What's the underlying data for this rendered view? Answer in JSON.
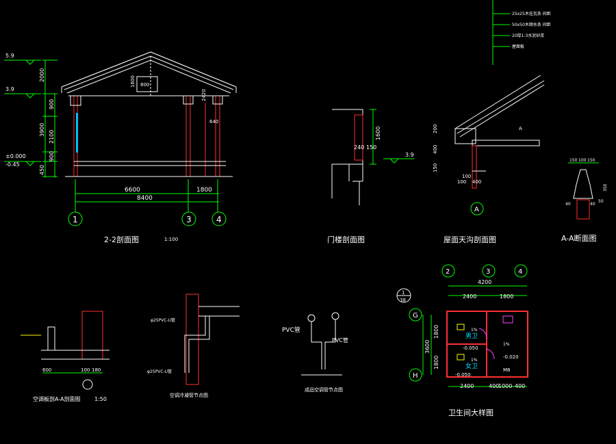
{
  "colors": {
    "background": "#000000",
    "title": "#ffffff",
    "dimension": "#00ff00",
    "axis": "#00ff00",
    "wall": "#ff3030",
    "detail": "#00e0ff",
    "annotation": "#ffff00",
    "fixture": "#ff40ff"
  },
  "section_22": {
    "title": "2-2剖面图",
    "scale": "1:100",
    "elevations": [
      "5.9",
      "3.9",
      "±0.000",
      "-0.45"
    ],
    "vertical_dims": [
      "2000",
      "900",
      "3900",
      "2100",
      "900",
      "450"
    ],
    "roof_dims": [
      "1600",
      "800",
      "2420",
      "640"
    ],
    "horizontal_dims": [
      "6600",
      "1800",
      "8400"
    ],
    "axes": [
      "1",
      "3",
      "4"
    ]
  },
  "door_section": {
    "title": "门楼剖面图",
    "dims": [
      "1600",
      "240",
      "150"
    ],
    "elevation": "3.9"
  },
  "eave_section": {
    "title": "屋面天沟剖面图",
    "callouts": [
      "25x25木挂瓦条 间距",
      "50x50木顺水条 间距",
      "20厚1:3水泥砂浆",
      "屋面板"
    ],
    "dims": [
      "200",
      "400",
      "150",
      "100",
      "100",
      "400"
    ],
    "section_marker": "A",
    "axis": "A"
  },
  "aa_section": {
    "title": "A-A断面图",
    "dims": [
      "150",
      "100",
      "150",
      "350",
      "40",
      "40",
      "50"
    ]
  },
  "detail_aa": {
    "title": "空调板剖A-A剖面图",
    "scale": "1:50",
    "dims": [
      "600",
      "100",
      "180"
    ]
  },
  "detail_pipe": {
    "title": "空调冷凝管节点图",
    "labels": [
      "φ25PVC-U管",
      "φ25PVC-U管"
    ]
  },
  "detail_pvc": {
    "title": "成品空调管节点图",
    "labels": [
      "PVC管",
      "PVC管"
    ]
  },
  "toilet_plan": {
    "title": "卫生间大样图",
    "axes_top": [
      "2",
      "3",
      "4"
    ],
    "axes_left": [
      "G",
      "H"
    ],
    "dims_top": [
      "4200",
      "2400",
      "1800"
    ],
    "dims_bottom": [
      "2400",
      "400",
      "1000",
      "400"
    ],
    "dims_left": [
      "1800",
      "3600",
      "1800"
    ],
    "rooms": [
      "男卫",
      "女卫"
    ],
    "levels": [
      "-0.050",
      "-0.020",
      "-0.050"
    ],
    "slopes": [
      "1%",
      "1%",
      "1%"
    ],
    "door_tag": "M8",
    "ref_tag": "1",
    "ref_sheet": "38"
  }
}
